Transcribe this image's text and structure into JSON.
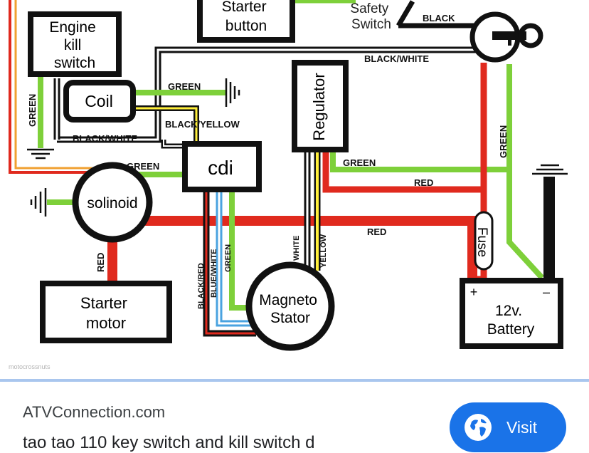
{
  "diagram": {
    "labels": {
      "starter_button": [
        "Starter",
        "button"
      ],
      "safety_switch": [
        "Safety",
        "Switch"
      ],
      "engine_kill": [
        "Engine",
        "kill",
        "switch"
      ],
      "coil": "Coil",
      "cdi": "cdi",
      "regulator": "Regulator",
      "solinoid": "solinoid",
      "starter_motor": [
        "Starter",
        "motor"
      ],
      "magneto": [
        "Magneto",
        "Stator"
      ],
      "battery": [
        "12v.",
        "Battery"
      ],
      "fuse": "Fuse",
      "plus": "+",
      "minus": "–"
    },
    "wires": {
      "black_top": "BLACK",
      "black_white_top": "BLACK/WHITE",
      "green_coil": "GREEN",
      "black_yellow": "BLACK/YELLOW",
      "green_kill": "GREEN",
      "black_white_left": "BLACK/WHITE",
      "green_cdi_sol": "GREEN",
      "green_reg": "GREEN",
      "red_reg": "RED",
      "green_key": "GREEN",
      "red_main": "RED",
      "red_starter": "RED",
      "black_red": "BLACK/RED",
      "blue_white": "BLUE/WHITE",
      "green_mag": "GREEN",
      "white_mag": "WHITE",
      "yellow_mag": "YELLOW"
    },
    "watermark": "motocrossnuts",
    "colors": {
      "red": "#e02a1e",
      "green": "#7ed03a",
      "yellow": "#ffef3a",
      "blue": "#4aa3e0",
      "black": "#111111"
    }
  },
  "result": {
    "site": "ATVConnection.com",
    "title": "tao tao 110 key switch and kill switch d",
    "visit_label": "Visit",
    "visit_icon": "globe-icon",
    "accent": "#1a73e8"
  }
}
